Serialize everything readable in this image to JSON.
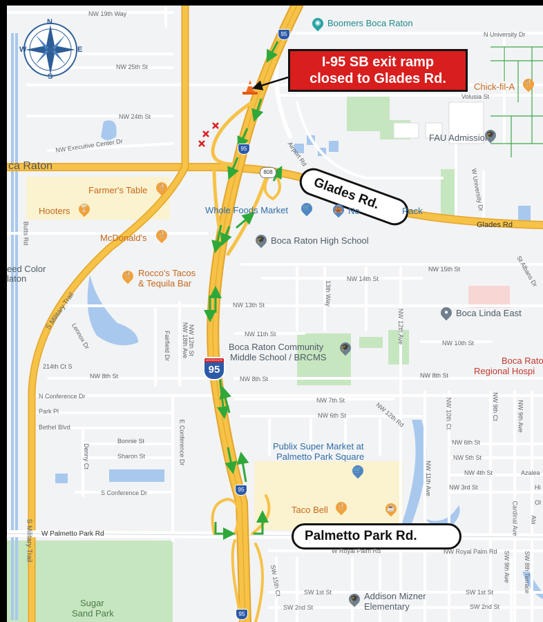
{
  "callout": {
    "line1": "I-95 SB exit ramp",
    "line2": "closed to Glades Rd."
  },
  "road_labels": {
    "glades_pill": "Glades Rd.",
    "palmetto_pill": "Palmetto Park Rd."
  },
  "compass": {
    "n": "N",
    "s": "S",
    "e": "E",
    "w": "W"
  },
  "shields": {
    "i95": "95",
    "interstate": "INTERSTATE",
    "sr808": "808"
  },
  "places": {
    "boomers": "Boomers Boca Raton",
    "chickfila": "Chick-fil-A",
    "fau": "FAU Admissions",
    "farmers_table": "Farmer's Table",
    "hooters": "Hooters",
    "mcdonalds": "McDonald's",
    "roccos_1": "Rocco's Tacos",
    "roccos_2": "& Tequila Bar",
    "whole_foods": "Whole Foods Market",
    "nordstrom": "Nordstrom Rack",
    "nordstrom_visible": "No",
    "nordstrom_visible2": "Rack",
    "boca_high": "Boca Raton High School",
    "boca_linda": "Boca Linda East",
    "middle_1": "Boca Raton Community",
    "middle_2": "Middle School / BRCMS",
    "publix_1": "Publix Super Market at",
    "publix_2": "Palmetto Park Square",
    "taco_bell": "Taco Bell",
    "addison_1": "Addison Mizner",
    "addison_2": "Elementary",
    "regional_1": "Boca Rato",
    "regional_2": "Regional Hospi",
    "sugar_1": "Sugar",
    "sugar_2": "Sand Park",
    "boca_city": "ca Raton",
    "seed_color_1": "eed Color",
    "seed_color_2": "laton"
  },
  "streets": {
    "nw19th": "NW 19th Way",
    "nw25th": "NW 25th St",
    "nw24th": "NW 24th St",
    "nw_exec": "NW Executive Center Dr",
    "n_univ": "N University Dr",
    "volusia": "Volusia St",
    "airport": "Airport Rd",
    "w_univ": "W University Dr",
    "glades_rd": "Glades Rd",
    "butts": "Butts Rd",
    "nw15th": "NW 15th St",
    "nw14th": "NW 14th St",
    "nw13th": "NW 13th St",
    "nw11th": "NW 11th St",
    "nw10th": "NW 10th St",
    "nw8th_a": "NW 8th St",
    "nw8th_b": "NW 8th St",
    "nw8th_c": "NW 8th St",
    "nw7th": "NW 7th St",
    "nw6th": "NW 6th St",
    "nw6th_b": "NW 6th St",
    "nw5th": "NW 5th St",
    "nw4th": "NW 4th St",
    "nw3rd": "NW 3rd St",
    "nw12th_ave": "NW 12th Ave",
    "nw12th_st": "NW 12th St",
    "nw11th_ave": "NW 11th Ave",
    "nw10th_ct": "NW 10th Ct",
    "nw9th_ct": "NW 9th Ct",
    "nw9th_ave": "NW 9th Ave",
    "nw12th_rd": "NW 12th Rd",
    "nw13th_way": "13th Way",
    "s_military": "S Military Trail",
    "s_military2": "S Military Trail",
    "lennox": "Lennox Dr",
    "ct214": "214th Ct S",
    "nw_fairfield": "Fairfield Dr",
    "nw_18th_ave": "NW 18th Ave",
    "nw_12_st": "NW 12th St",
    "n_conf": "N Conference Dr",
    "park_pl": "Park Pl",
    "bethel": "Bethel Blvd",
    "bonnie": "Bonnie St",
    "sharon": "Sharon St",
    "e_conf": "E Conference Dr",
    "s_conf": "S Conference Dr",
    "denny": "Denny Ct",
    "w_palmetto": "W Palmetto Park Rd",
    "w_royal": "W Royal Palm Rd",
    "nw_royal": "NW Royal Palm Rd",
    "sw15th": "SW 15th Ct",
    "sw1st": "SW 1st St",
    "sw1st_b": "SW 1st St",
    "sw2nd": "SW 2nd St",
    "sw2nd_b": "SW 2nd St",
    "sw9th": "SW 9th Ave",
    "sw8th": "SW 8th Terrace",
    "cardinal": "Cardinal Ave",
    "azalea": "Azalea",
    "st_albans": "St Albans Dr",
    "hi": "Hi",
    "ol": "Ol",
    "al": "Ala"
  },
  "colors": {
    "road_major": "#f6c247",
    "road_major_edge": "#e3a52a",
    "arrow": "#2fa83a",
    "callout_bg": "#d91e1e",
    "water": "#a8c8ee",
    "park": "#c6e6c0",
    "mall": "#fbf2cf"
  }
}
